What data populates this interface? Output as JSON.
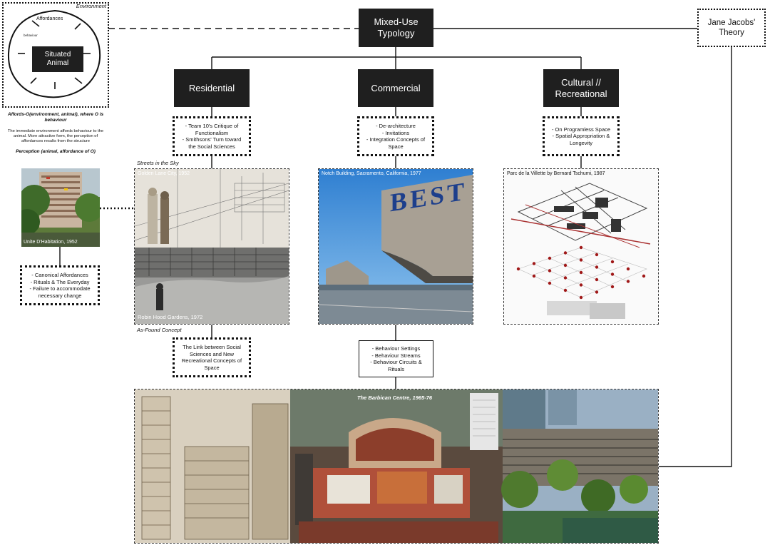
{
  "environment_label": "Environment",
  "affordances_label": "Affordances",
  "behaviour_label": "behaviour",
  "situated_animal": "Situated Animal",
  "affords_formula": "Affords-O(environment, animal), where O is behaviour",
  "affords_desc": "The immediate environment affords behaviour to the animal. More attractive form, the perception of affordances results from the structure",
  "perception_formula": "Perception (animal, affordance of O)",
  "mixed_use": "Mixed-Use Typology",
  "jane_jacobs": "Jane Jacobs' Theory",
  "residential": "Residential",
  "commercial": "Commercial",
  "cultural": "Cultural // Recreational",
  "residential_notes": "- Team 10's Critique of Functionalism\n- Smithsons' Turn toward the Social Sciences",
  "commercial_notes": "- De-architecture\n- Invitations\n- Integration Concepts of Space",
  "cultural_notes": "- On Programless Space\n- Spatial Appropriation & Longevity",
  "unite_caption": "Unite D'Habitation, 1952",
  "unite_notes": "- Canonical Affordances\n- Rituals & The Everyday\n- Failure to accommodate necessary change",
  "streets_label": "Streets in the Sky",
  "golden_lane": "Golden Lane City, 1952",
  "robin_hood": "Robin Hood Gardens, 1972",
  "as_found": "As-Found Concept",
  "social_notes": "The Link between Social Sciences and New Recreational Concepts of Space",
  "notch_caption": "Notch Building, Sacramento, California, 1977",
  "best_text": "BEST",
  "parc_caption": "Parc de la Villette by Bernard Tschumi, 1987",
  "behaviour_notes": "- Behaviour Settings\n- Behaviour Streams\n- Behaviour Circuits & Rituals",
  "barbican_caption": "The Barbican Centre, 1965-76",
  "colors": {
    "dark_node": "#1f1f1f",
    "line": "#111111"
  }
}
